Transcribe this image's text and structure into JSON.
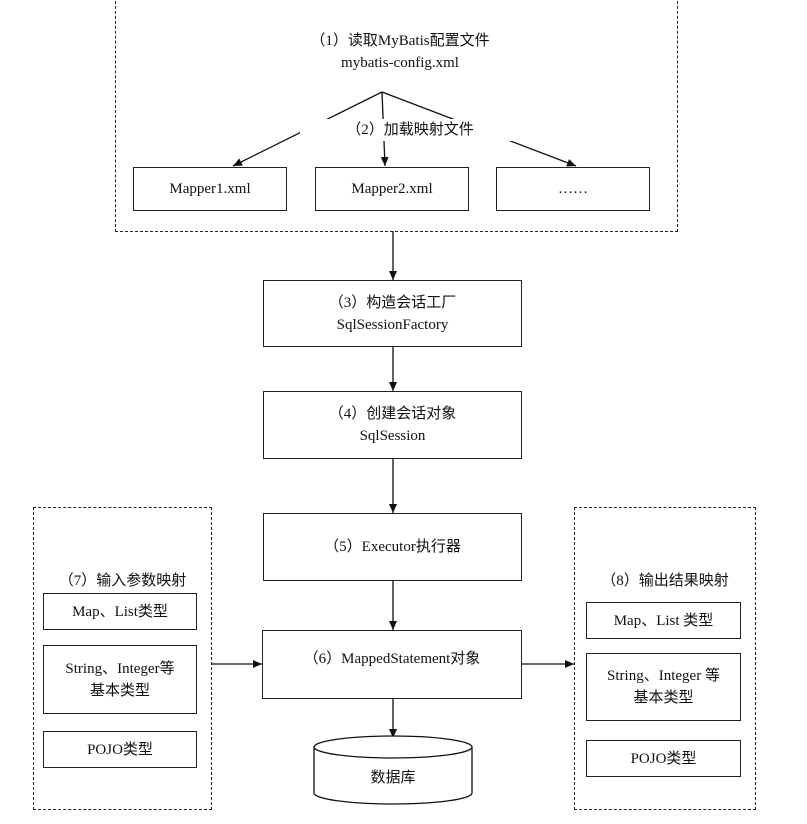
{
  "step1": {
    "title": "（1）读取MyBatis配置文件",
    "file": "mybatis-config.xml"
  },
  "step2": {
    "title": "（2）加载映射文件"
  },
  "mappers": [
    "Mapper1.xml",
    "Mapper2.xml",
    "……"
  ],
  "step3": {
    "title": "（3）构造会话工厂",
    "name": "SqlSessionFactory"
  },
  "step4": {
    "title": "（4）创建会话对象",
    "name": "SqlSession"
  },
  "step5": {
    "title": "（5）Executor执行器"
  },
  "step6": {
    "title": "（6）MappedStatement对象"
  },
  "database": "数据库",
  "input_mapping": {
    "title": "（7）输入参数映射",
    "items": [
      "Map、List类型",
      "String、Integer等",
      "基本类型",
      "POJO类型"
    ]
  },
  "output_mapping": {
    "title": "（8）输出结果映射",
    "items": [
      "Map、List 类型",
      "String、Integer 等",
      "基本类型",
      "POJO类型"
    ]
  }
}
